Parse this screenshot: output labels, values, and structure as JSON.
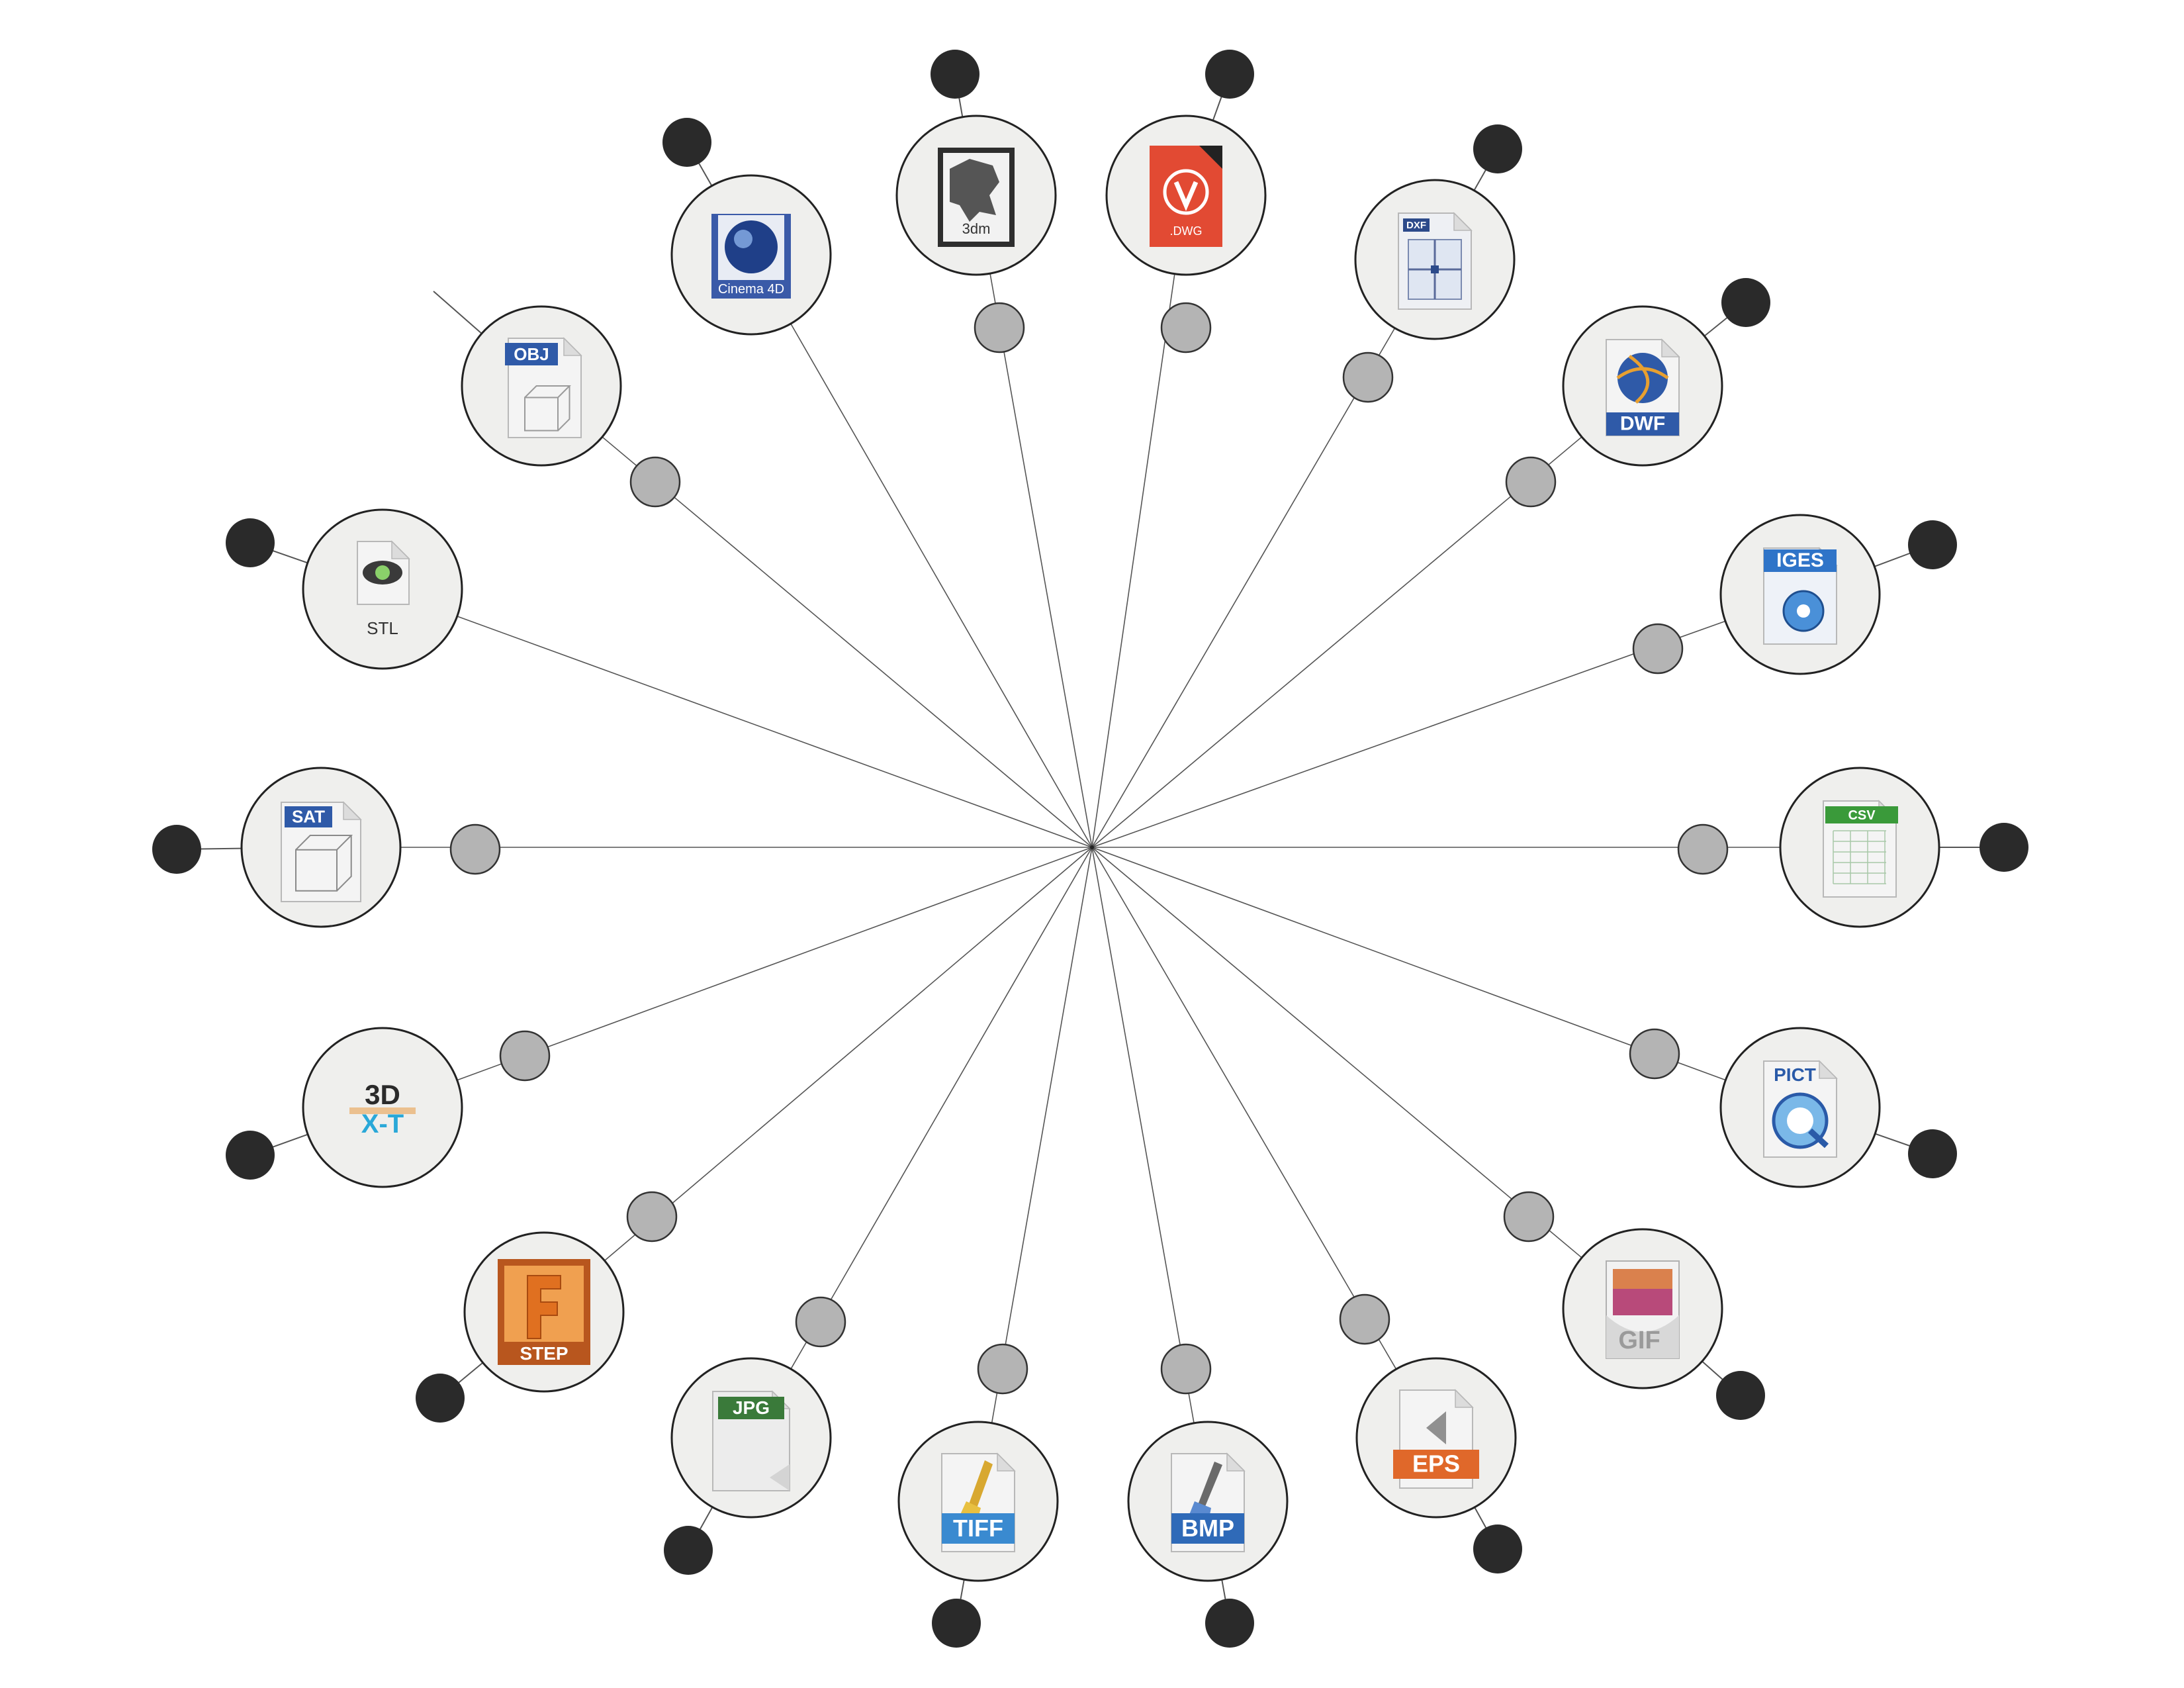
{
  "nodes": [
    {
      "id": "3dm",
      "label": "3dm",
      "icon": "rhino-3dm-file-icon",
      "color": "#3a3a3a"
    },
    {
      "id": "dwg",
      "label": ".DWG",
      "icon": "dwg-file-icon",
      "color": "#e0402a"
    },
    {
      "id": "dxf",
      "label": "DXF",
      "icon": "dxf-file-icon",
      "color": "#2c4a8a"
    },
    {
      "id": "dwf",
      "label": "DWF",
      "icon": "dwf-file-icon",
      "color": "#2f5aa8"
    },
    {
      "id": "iges",
      "label": "IGES",
      "icon": "iges-file-icon",
      "color": "#2f74c8"
    },
    {
      "id": "csv",
      "label": "CSV",
      "icon": "csv-file-icon",
      "color": "#3a9a3a"
    },
    {
      "id": "pict",
      "label": "PICT",
      "icon": "pict-file-icon",
      "color": "#2a5aa8"
    },
    {
      "id": "gif",
      "label": "GIF",
      "icon": "gif-file-icon",
      "color": "#b04a8a"
    },
    {
      "id": "eps",
      "label": "EPS",
      "icon": "eps-file-icon",
      "color": "#e0682a"
    },
    {
      "id": "bmp",
      "label": "BMP",
      "icon": "bmp-file-icon",
      "color": "#2f6ab8"
    },
    {
      "id": "tiff",
      "label": "TIFF",
      "icon": "tiff-file-icon",
      "color": "#3a8ad0"
    },
    {
      "id": "jpg",
      "label": "JPG",
      "icon": "jpg-file-icon",
      "color": "#3a7a3a"
    },
    {
      "id": "step",
      "label": "STEP",
      "icon": "step-file-icon",
      "color": "#b8561e"
    },
    {
      "id": "xt",
      "label": "3D X-T",
      "icon": "xt-file-icon",
      "color": "#2aa8d8"
    },
    {
      "id": "sat",
      "label": "SAT",
      "icon": "sat-file-icon",
      "color": "#2f5aa8"
    },
    {
      "id": "stl",
      "label": "STL",
      "icon": "stl-file-icon",
      "color": "#4a9a4a"
    },
    {
      "id": "obj",
      "label": "OBJ",
      "icon": "obj-file-icon",
      "color": "#2f5aa8"
    },
    {
      "id": "cinema4d",
      "label": "Cinema 4D",
      "icon": "cinema-4d-file-icon",
      "color": "#3a5aa8"
    }
  ],
  "colors": {
    "spoke": "#555555",
    "node_fill": "#efefed",
    "node_stroke": "#222222",
    "gray_dot": "#b4b4b4",
    "black_dot": "#2a2a2a"
  }
}
